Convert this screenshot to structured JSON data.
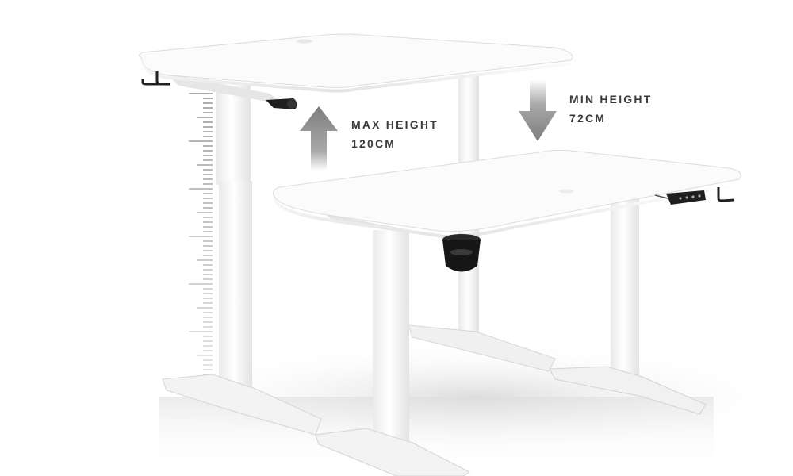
{
  "annotations": {
    "max": {
      "title": "MAX HEIGHT",
      "value": "120CM"
    },
    "min": {
      "title": "MIN HEIGHT",
      "value": "72CM"
    }
  },
  "arrows": {
    "up": "arrow-up-icon",
    "down": "arrow-down-icon"
  },
  "colors": {
    "background": "#ffffff",
    "desk": "#f7f7f7",
    "arrow": "#8a8a8a",
    "text": "#3a3a3a",
    "hardware": "#222222"
  }
}
